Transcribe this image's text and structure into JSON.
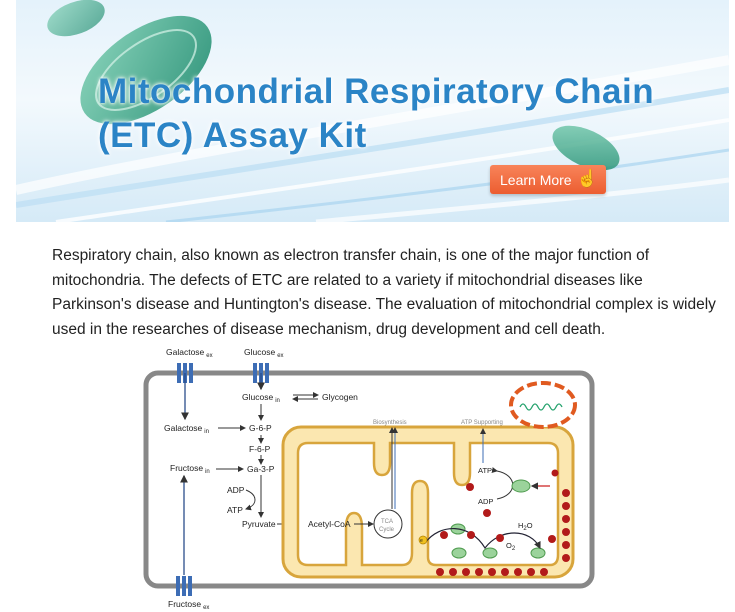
{
  "banner": {
    "title_line1": "Mitochondrial Respiratory Chain",
    "title_line2": "(ETC) Assay Kit",
    "learn_more": "Learn  More"
  },
  "intro": "Respiratory chain, also known as electron transfer chain, is one of the major function of mitochondria. The defects of ETC are related to a variety if mitochondrial diseases like Parkinson's disease and Huntington's disease. The evaluation of mitochondrial complex is widely used in the researches of disease mechanism, drug development and cell death.",
  "diagram": {
    "galactose": "Galactose",
    "glucose": "Glucose",
    "sub_ex": "ex",
    "sub_in": "in",
    "glycogen": "Glycogen",
    "galactose_in": "Galactose",
    "g6p": "G-6-P",
    "f6p": "F-6-P",
    "fructose_in": "Fructose",
    "ga3p": "Ga-3-P",
    "adp": "ADP",
    "atp": "ATP",
    "pyruvate": "Pyruvate",
    "acetyl_coa": "Acetyl-CoA",
    "tca": "TCA",
    "cycle": "Cycle",
    "biosynthesis": "Biosynthesis",
    "atp_supporting": "ATP Supporting",
    "atp2": "ATP",
    "adp2": "ADP",
    "h2o": "H",
    "h2o_sub": "2",
    "h2o_end": "O",
    "o2": "O",
    "o2_sub": "2",
    "e": "e",
    "fructose_ex": "Fructose"
  },
  "colors": {
    "brand_blue": "#2b84c6",
    "button_orange": "#ef6a3d",
    "mito_fill": "#fbe7b0",
    "mito_stroke": "#d8a53c",
    "proton_red": "#b21a1a"
  }
}
